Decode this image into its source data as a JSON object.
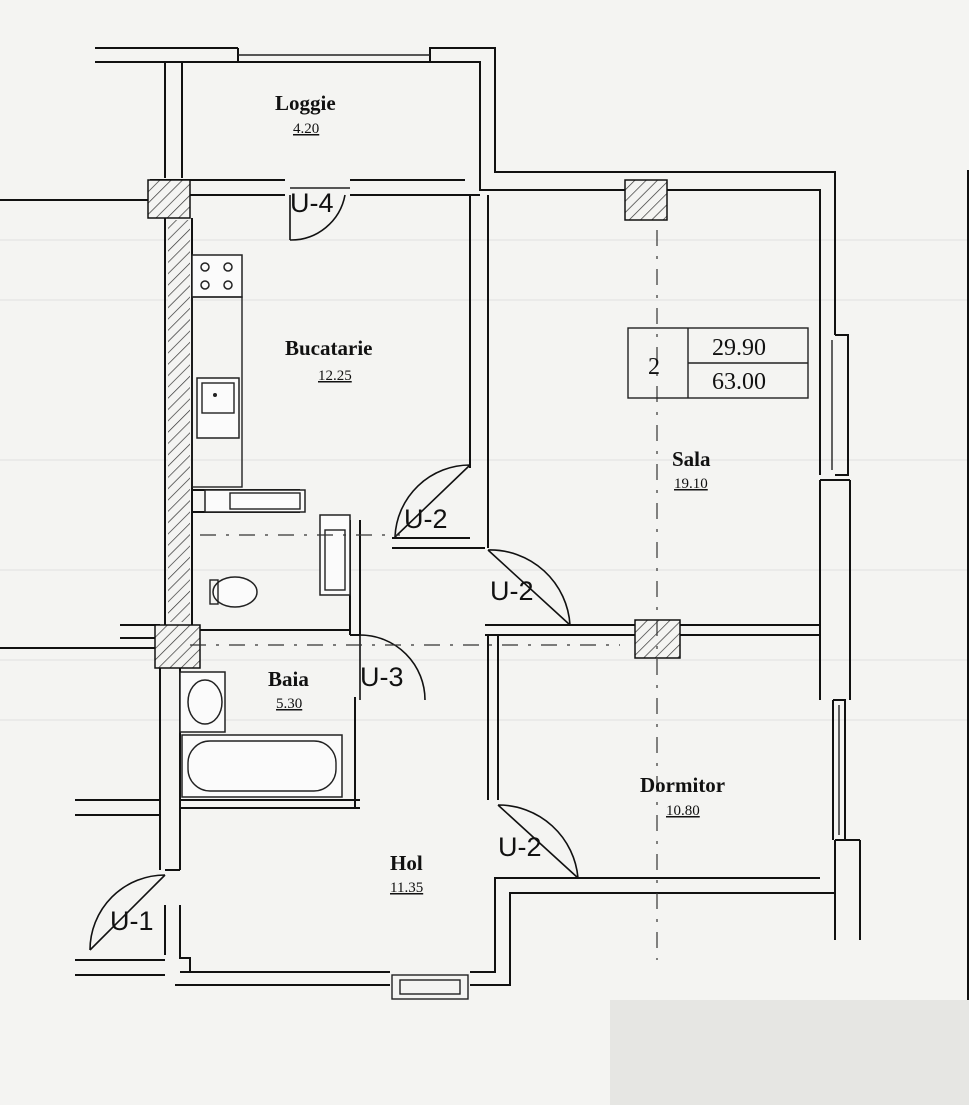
{
  "rooms": {
    "loggie": {
      "name": "Loggie",
      "area": "4.20"
    },
    "bucatarie": {
      "name": "Bucatarie",
      "area": "12.25"
    },
    "sala": {
      "name": "Sala",
      "area": "19.10"
    },
    "baia": {
      "name": "Baia",
      "area": "5.30"
    },
    "dormitor": {
      "name": "Dormitor",
      "area": "10.80"
    },
    "hol": {
      "name": "Hol",
      "area": "11.35"
    }
  },
  "summary": {
    "rooms_count": "2",
    "living_area": "29.90",
    "total_area": "63.00"
  },
  "doors": {
    "u4": "U-4",
    "u2_kitchen": "U-2",
    "u2_sala": "U-2",
    "u2_dormitor": "U-2",
    "u3": "U-3",
    "u1": "U-1"
  }
}
